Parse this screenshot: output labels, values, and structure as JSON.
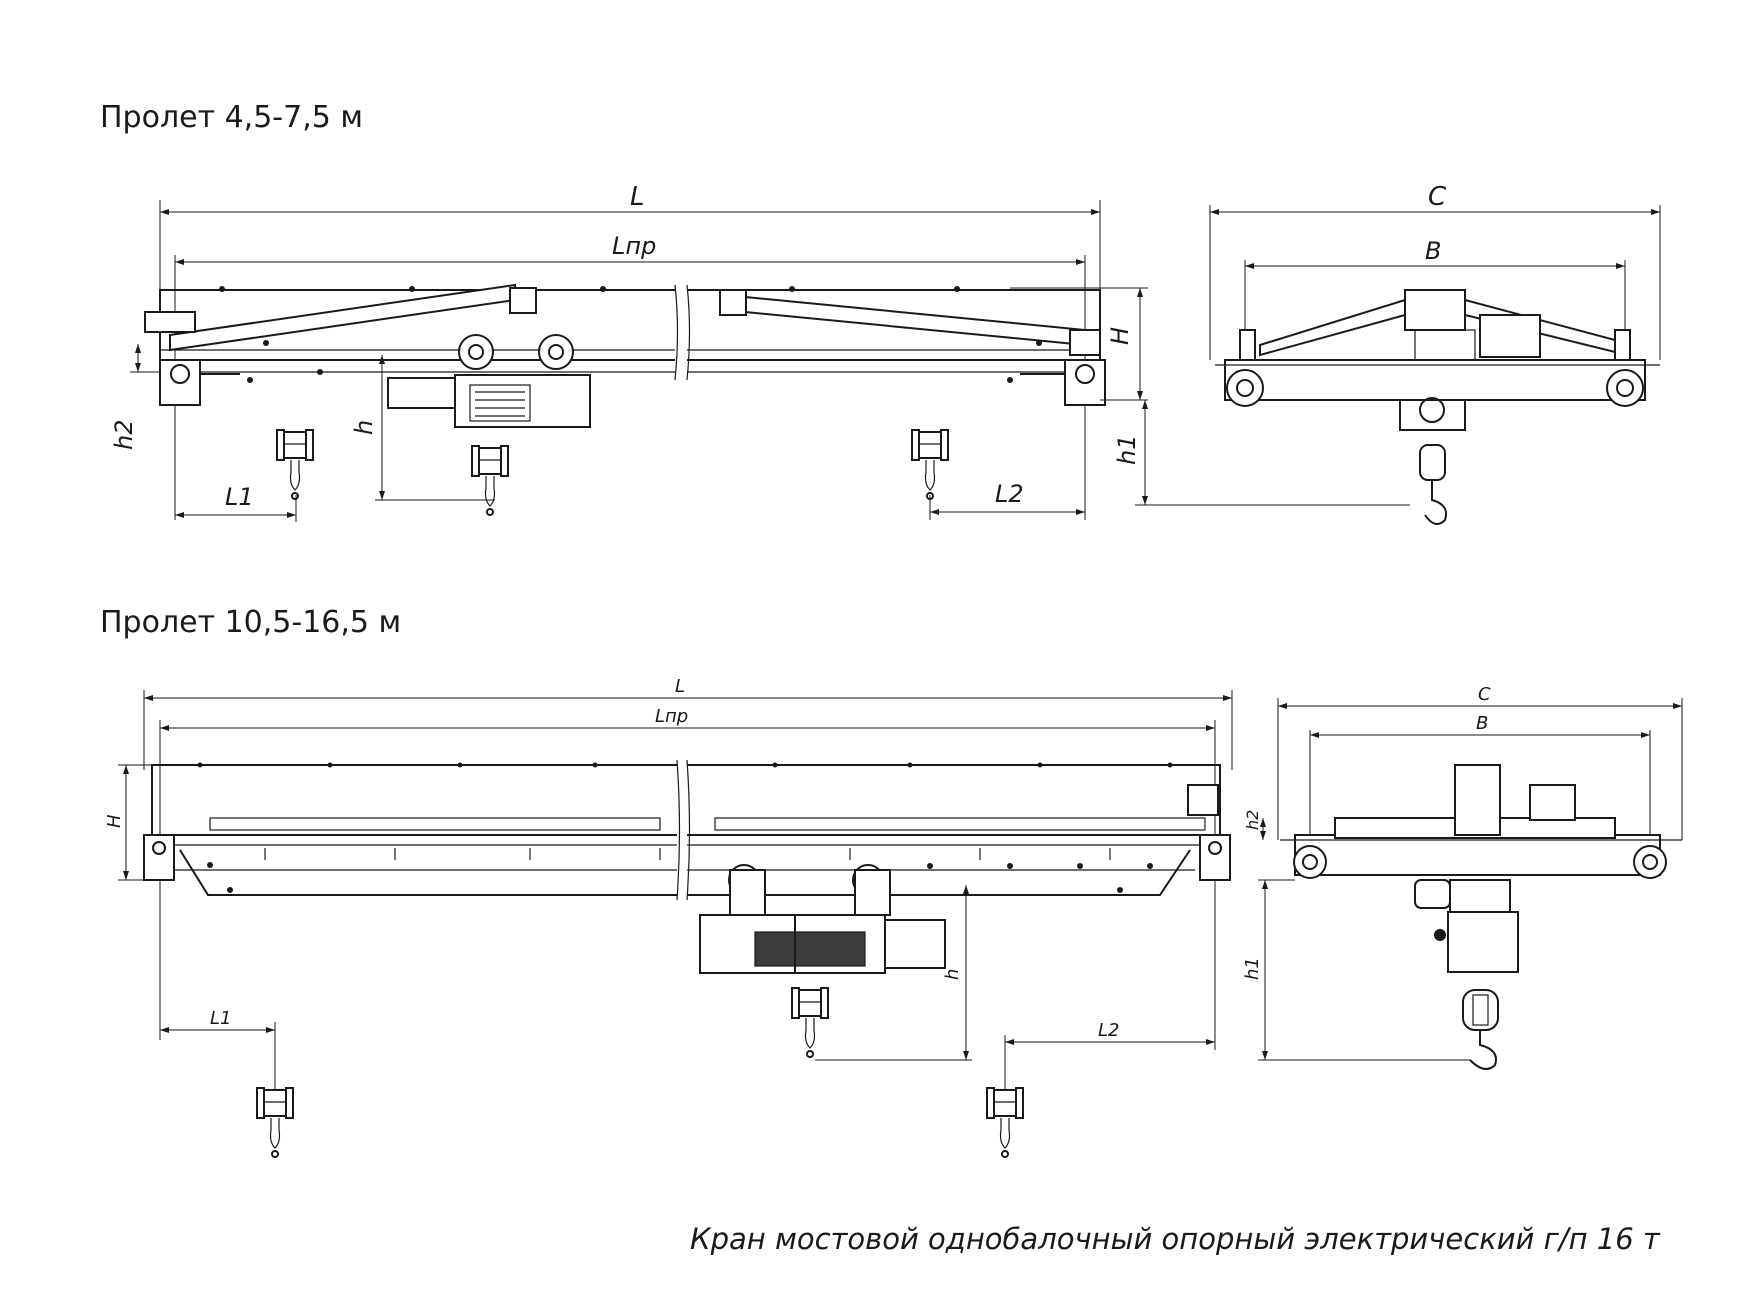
{
  "views": [
    {
      "title": "Пролет 4,5-7,5 м",
      "dims": {
        "L": "L",
        "Lpr": "Lпр",
        "C": "C",
        "B": "B",
        "H": "H",
        "h": "h",
        "h1": "h1",
        "h2": "h2",
        "L1": "L1",
        "L2": "L2"
      }
    },
    {
      "title": "Пролет 10,5-16,5 м",
      "dims": {
        "L": "L",
        "Lpr": "Lпр",
        "C": "C",
        "B": "B",
        "H": "H",
        "h": "h",
        "h1": "h1",
        "h2": "h2",
        "L1": "L1",
        "L2": "L2"
      }
    }
  ],
  "caption": "Кран мостовой однобалочный опорный электрический г/п 16 т"
}
